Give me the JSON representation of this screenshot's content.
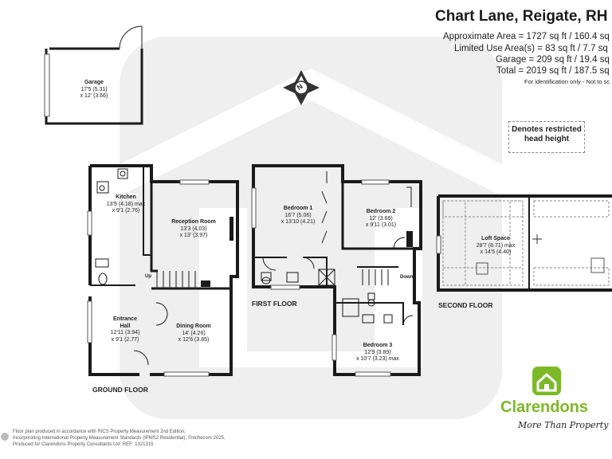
{
  "header": {
    "title": "Chart Lane, Reigate, RH",
    "lines": [
      "Approximate Area = 1727 sq ft / 160.4 sq",
      "Limited Use Area(s) = 83 sq ft / 7.7 sq",
      "Garage = 209 sq ft / 19.4 sq",
      "Total = 2019 sq ft / 187.5 sq"
    ],
    "note": "For identification only - Not to sc"
  },
  "legend": {
    "line1": "Denotes restricted",
    "line2": "head height"
  },
  "compass": {
    "letter": "N"
  },
  "rooms": {
    "garage": {
      "name": "Garage",
      "dim1": "17'5 (5.31)",
      "dim2": "x 12' (3.66)"
    },
    "kitchen": {
      "name": "Kitchen",
      "dim1": "13'9 (4.18) max",
      "dim2": "x 9'1 (2.76)"
    },
    "reception": {
      "name": "Reception Room",
      "dim1": "13'3 (4.03)",
      "dim2": "x 13' (3.97)"
    },
    "entrance": {
      "name": "Entrance",
      "name2": "Hall",
      "dim1": "12'11 (3.94)",
      "dim2": "x 9'1 (2.77)"
    },
    "dining": {
      "name": "Dining Room",
      "dim1": "14' (4.26)",
      "dim2": "x 12'6 (3.85)"
    },
    "bedroom1": {
      "name": "Bedroom 1",
      "dim1": "16'7 (5.06)",
      "dim2": "x 13'10 (4.21)"
    },
    "bedroom2": {
      "name": "Bedroom 2",
      "dim1": "12' (3.66)",
      "dim2": "x 9'11 (3.01)"
    },
    "bedroom3": {
      "name": "Bedroom 3",
      "dim1": "12'9 (3.89)",
      "dim2": "x 10'7 (3.23) max"
    },
    "loft": {
      "name": "Loft Space",
      "dim1": "28'7 (8.71) max",
      "dim2": "x 14'5 (4.40)"
    }
  },
  "labels": {
    "up": "Up",
    "down": "Down"
  },
  "floors": {
    "ground": "GROUND FLOOR",
    "first": "FIRST FLOOR",
    "second": "SECOND FLOOR"
  },
  "footer": [
    "Floor plan produced in accordance with RICS Property Measurement 2nd Edition,",
    "Incorporating International Property Measurement Standards (IPMS2 Residential).  ©nichecom 2025.",
    "Produced for Clarendons Property Consultants Ltd.  REF: 1321315"
  ],
  "brand": {
    "name": "Clarendons",
    "tagline": "More Than Property"
  },
  "colors": {
    "brand_green": "#7cb928",
    "wall": "#1a1a1a",
    "watermark": "#efefef"
  }
}
